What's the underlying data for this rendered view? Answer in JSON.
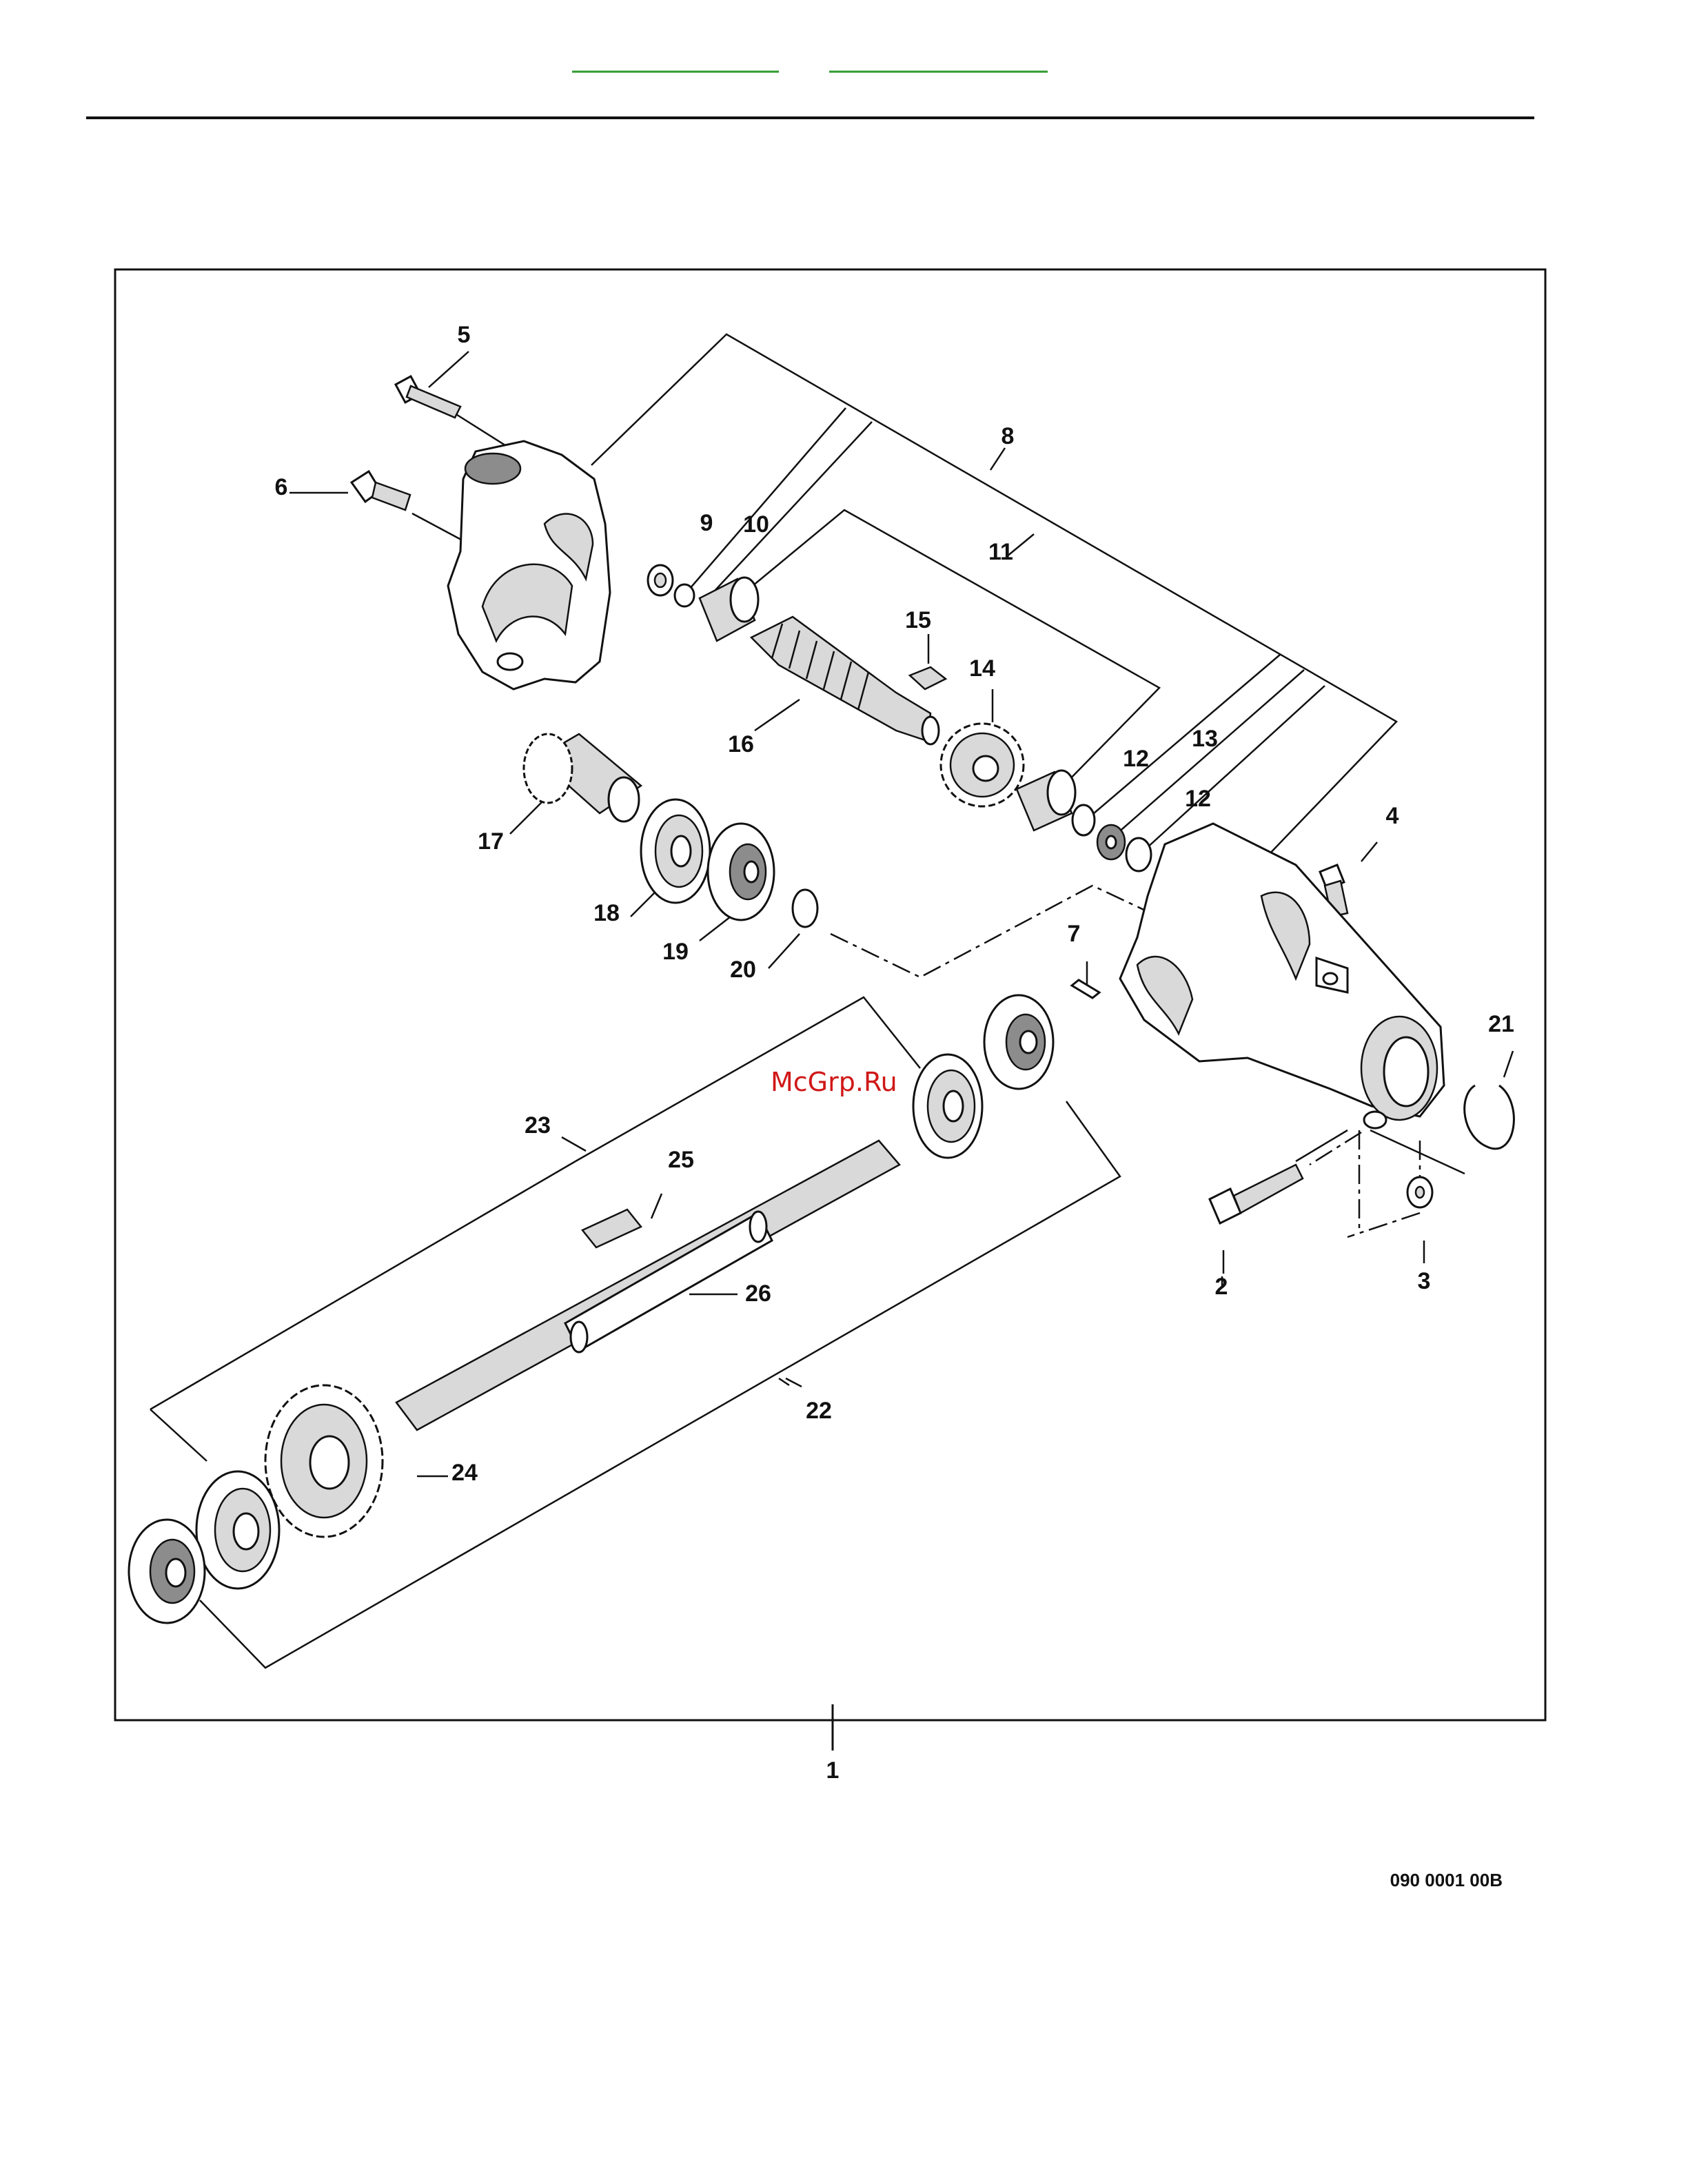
{
  "header": {
    "link_color": "#2e9a2e",
    "rule_color": "#111111"
  },
  "diagram": {
    "frame_color": "#111111",
    "callouts": [
      {
        "id": "1",
        "label": "1"
      },
      {
        "id": "2",
        "label": "2"
      },
      {
        "id": "3",
        "label": "3"
      },
      {
        "id": "4",
        "label": "4"
      },
      {
        "id": "5",
        "label": "5"
      },
      {
        "id": "6",
        "label": "6"
      },
      {
        "id": "7",
        "label": "7"
      },
      {
        "id": "8",
        "label": "8"
      },
      {
        "id": "9",
        "label": "9"
      },
      {
        "id": "10",
        "label": "10"
      },
      {
        "id": "11",
        "label": "11"
      },
      {
        "id": "12a",
        "label": "12"
      },
      {
        "id": "12b",
        "label": "12"
      },
      {
        "id": "13",
        "label": "13"
      },
      {
        "id": "14",
        "label": "14"
      },
      {
        "id": "15",
        "label": "15"
      },
      {
        "id": "16",
        "label": "16"
      },
      {
        "id": "17",
        "label": "17"
      },
      {
        "id": "18",
        "label": "18"
      },
      {
        "id": "19",
        "label": "19"
      },
      {
        "id": "20",
        "label": "20"
      },
      {
        "id": "21",
        "label": "21"
      },
      {
        "id": "22",
        "label": "22"
      },
      {
        "id": "23",
        "label": "23"
      },
      {
        "id": "24",
        "label": "24"
      },
      {
        "id": "25",
        "label": "25"
      },
      {
        "id": "26",
        "label": "26"
      }
    ],
    "watermark": "McGrp.Ru",
    "watermark_color": "#d01818",
    "figure_code": "090 0001 00B"
  }
}
